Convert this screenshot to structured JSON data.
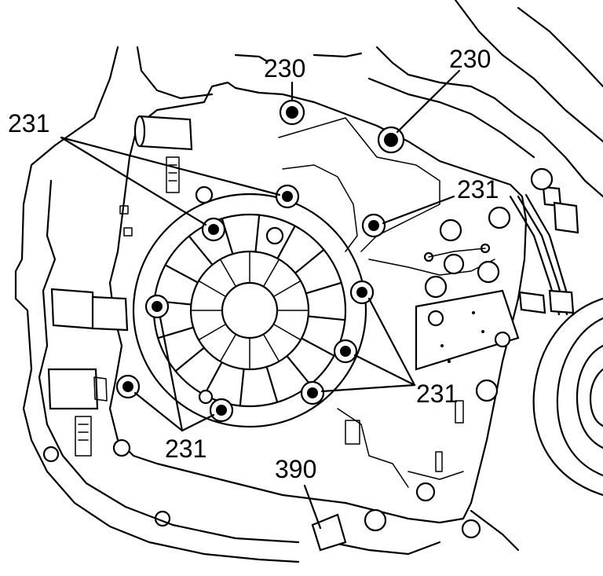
{
  "callouts": {
    "c230_left": "230",
    "c230_right": "230",
    "c231_top_left": "231",
    "c231_right": "231",
    "c231_bottom_right": "231",
    "c231_bottom": "231",
    "c390": "390"
  },
  "colors": {
    "line": "#000000",
    "background": "#ffffff"
  }
}
